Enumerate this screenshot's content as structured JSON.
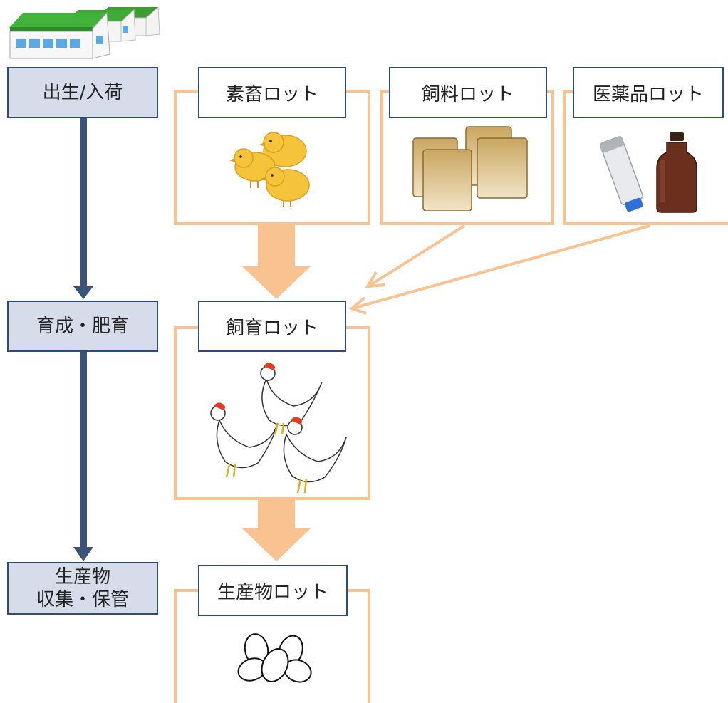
{
  "stages": [
    {
      "id": "birth",
      "label": "出生/入荷"
    },
    {
      "id": "raise",
      "label": "育成・肥育"
    },
    {
      "id": "collect",
      "label": "生産物\n収集・保管"
    }
  ],
  "lots": [
    {
      "id": "stock",
      "label": "素畜ロット",
      "icon": "chicks-icon"
    },
    {
      "id": "feed",
      "label": "飼料ロット",
      "icon": "feed-bags-icon"
    },
    {
      "id": "medicine",
      "label": "医薬品ロット",
      "icon": "medicine-bottles-icon"
    },
    {
      "id": "breeding",
      "label": "飼育ロット",
      "icon": "chickens-icon"
    },
    {
      "id": "product",
      "label": "生産物ロット",
      "icon": "eggs-icon"
    }
  ],
  "colors": {
    "stage_fill": "#d7dceb",
    "stage_border": "#2f4a73",
    "process_arrow": "#3b5378",
    "lot_border": "#f8c291",
    "flow_arrow": "#f8c291"
  },
  "icons": {
    "farm": "farm-buildings-icon"
  }
}
